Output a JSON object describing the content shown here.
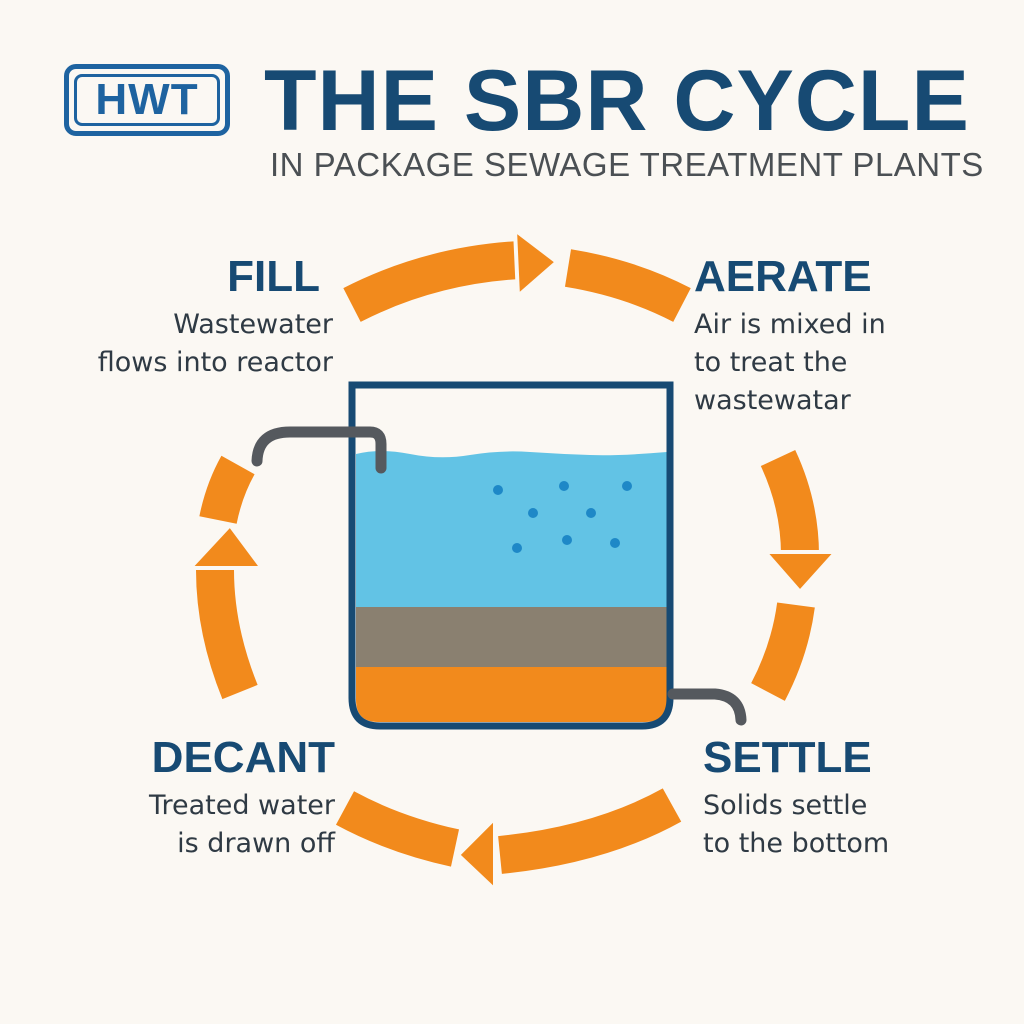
{
  "logo": {
    "text": "HWT"
  },
  "header": {
    "title": "THE SBR CYCLE",
    "subtitle": "IN PACKAGE SEWAGE TREATMENT PLANTS"
  },
  "steps": [
    {
      "title": "FILL",
      "lines": [
        "Wastewater",
        "flows into reactor"
      ]
    },
    {
      "title": "AERATE",
      "lines": [
        "Air is mixed in",
        "to treat the",
        "wastewatar"
      ]
    },
    {
      "title": "SETTLE",
      "lines": [
        "Solids settle",
        "to the bottom"
      ]
    },
    {
      "title": "DECANT",
      "lines": [
        "Treated water",
        "is drawn off"
      ]
    }
  ],
  "colors": {
    "navy": "#174a73",
    "orange": "#f28a1c",
    "water": "#62c3e5",
    "sludge": "#8a8070",
    "pipe": "#55595e"
  }
}
